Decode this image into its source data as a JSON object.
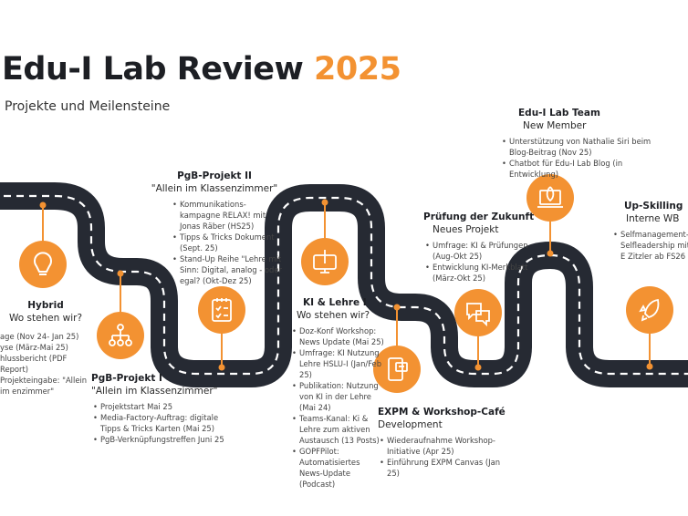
{
  "header": {
    "title": "Edu-I Lab Review",
    "year": "2025",
    "subtitle": "Projekte und Meilensteine"
  },
  "colors": {
    "accent": "#f39232",
    "road": "#262a33",
    "text": "#1d1f24"
  },
  "milestones": [
    {
      "id": "hybrid",
      "icon": "lightbulb-icon",
      "title": "Hybrid",
      "subtitle": "Wo stehen wir?",
      "items": [
        "age (Nov 24- Jan 25)",
        "yse (März-Mai 25)",
        "hlussbericht (PDF Report)",
        "Projekteingabe: \"Allein im enzimmer\""
      ]
    },
    {
      "id": "pgb1",
      "icon": "hierarchy-icon",
      "title": "PgB-Projekt I",
      "subtitle": "\"Allein im Klassenzimmer\"",
      "items": [
        "Projektstart Mai 25",
        "Media-Factory-Auftrag: digitale Tipps & Tricks Karten (Mai 25)",
        "PgB-Verknüpfungstreffen Juni 25"
      ]
    },
    {
      "id": "pgb2",
      "icon": "checklist-icon",
      "title": "PgB-Projekt II",
      "subtitle": "\"Allein im Klassenzimmer\"",
      "items": [
        "Kommunikations-kampagne RELAX! mit Jonas Räber (HS25)",
        "Tipps & Tricks Dokument (Sept. 25)",
        "Stand-Up Reihe \"Lehre mit Sinn: Digital, analog - oder egal? (Okt-Dez 25)"
      ]
    },
    {
      "id": "ki",
      "icon": "computer-pen-icon",
      "title": "KI & Lehre I",
      "subtitle": "Wo stehen wir?",
      "items": [
        "Doz-Konf Workshop: News Update (Mai 25)",
        "Umfrage: KI Nutzung Lehre HSLU-I (Jan/Feb 25)",
        "Publikation: Nutzung von KI in der Lehre (Mai 24)",
        "Teams-Kanal: Ki & Lehre zum aktiven Austausch (13 Posts)",
        "GOPFPilot: Automatisiertes News-Update (Podcast)"
      ]
    },
    {
      "id": "expm",
      "icon": "tablet-chat-icon",
      "title": "EXPM & Workshop-Café",
      "subtitle": "Development",
      "items": [
        "Wiederaufnahme Workshop-Initiative (Apr 25)",
        "Einführung EXPM Canvas (Jan 25)"
      ]
    },
    {
      "id": "pruefung",
      "icon": "chat-bubbles-icon",
      "title": "Prüfung der Zukunft",
      "subtitle": "Neues Projekt",
      "items": [
        "Umfrage: KI & Prüfungen (Aug-Okt 25)",
        "Entwicklung KI-Merkblatt (März-Okt 25)"
      ]
    },
    {
      "id": "team",
      "icon": "laptop-rocket-icon",
      "title": "Edu-I Lab Team",
      "subtitle": "New Member",
      "items": [
        "Unterstützung von Nathalie Siri beim Blog-Beitrag (Nov 25)",
        "Chatbot für Edu-I Lab Blog (in Entwicklung)"
      ]
    },
    {
      "id": "upskilling",
      "icon": "rocket-icon",
      "title": "Up-Skilling",
      "subtitle": "Interne WB",
      "items": [
        "Selfmanagement-Selfleadership mit E Zitzler ab FS26"
      ]
    }
  ]
}
